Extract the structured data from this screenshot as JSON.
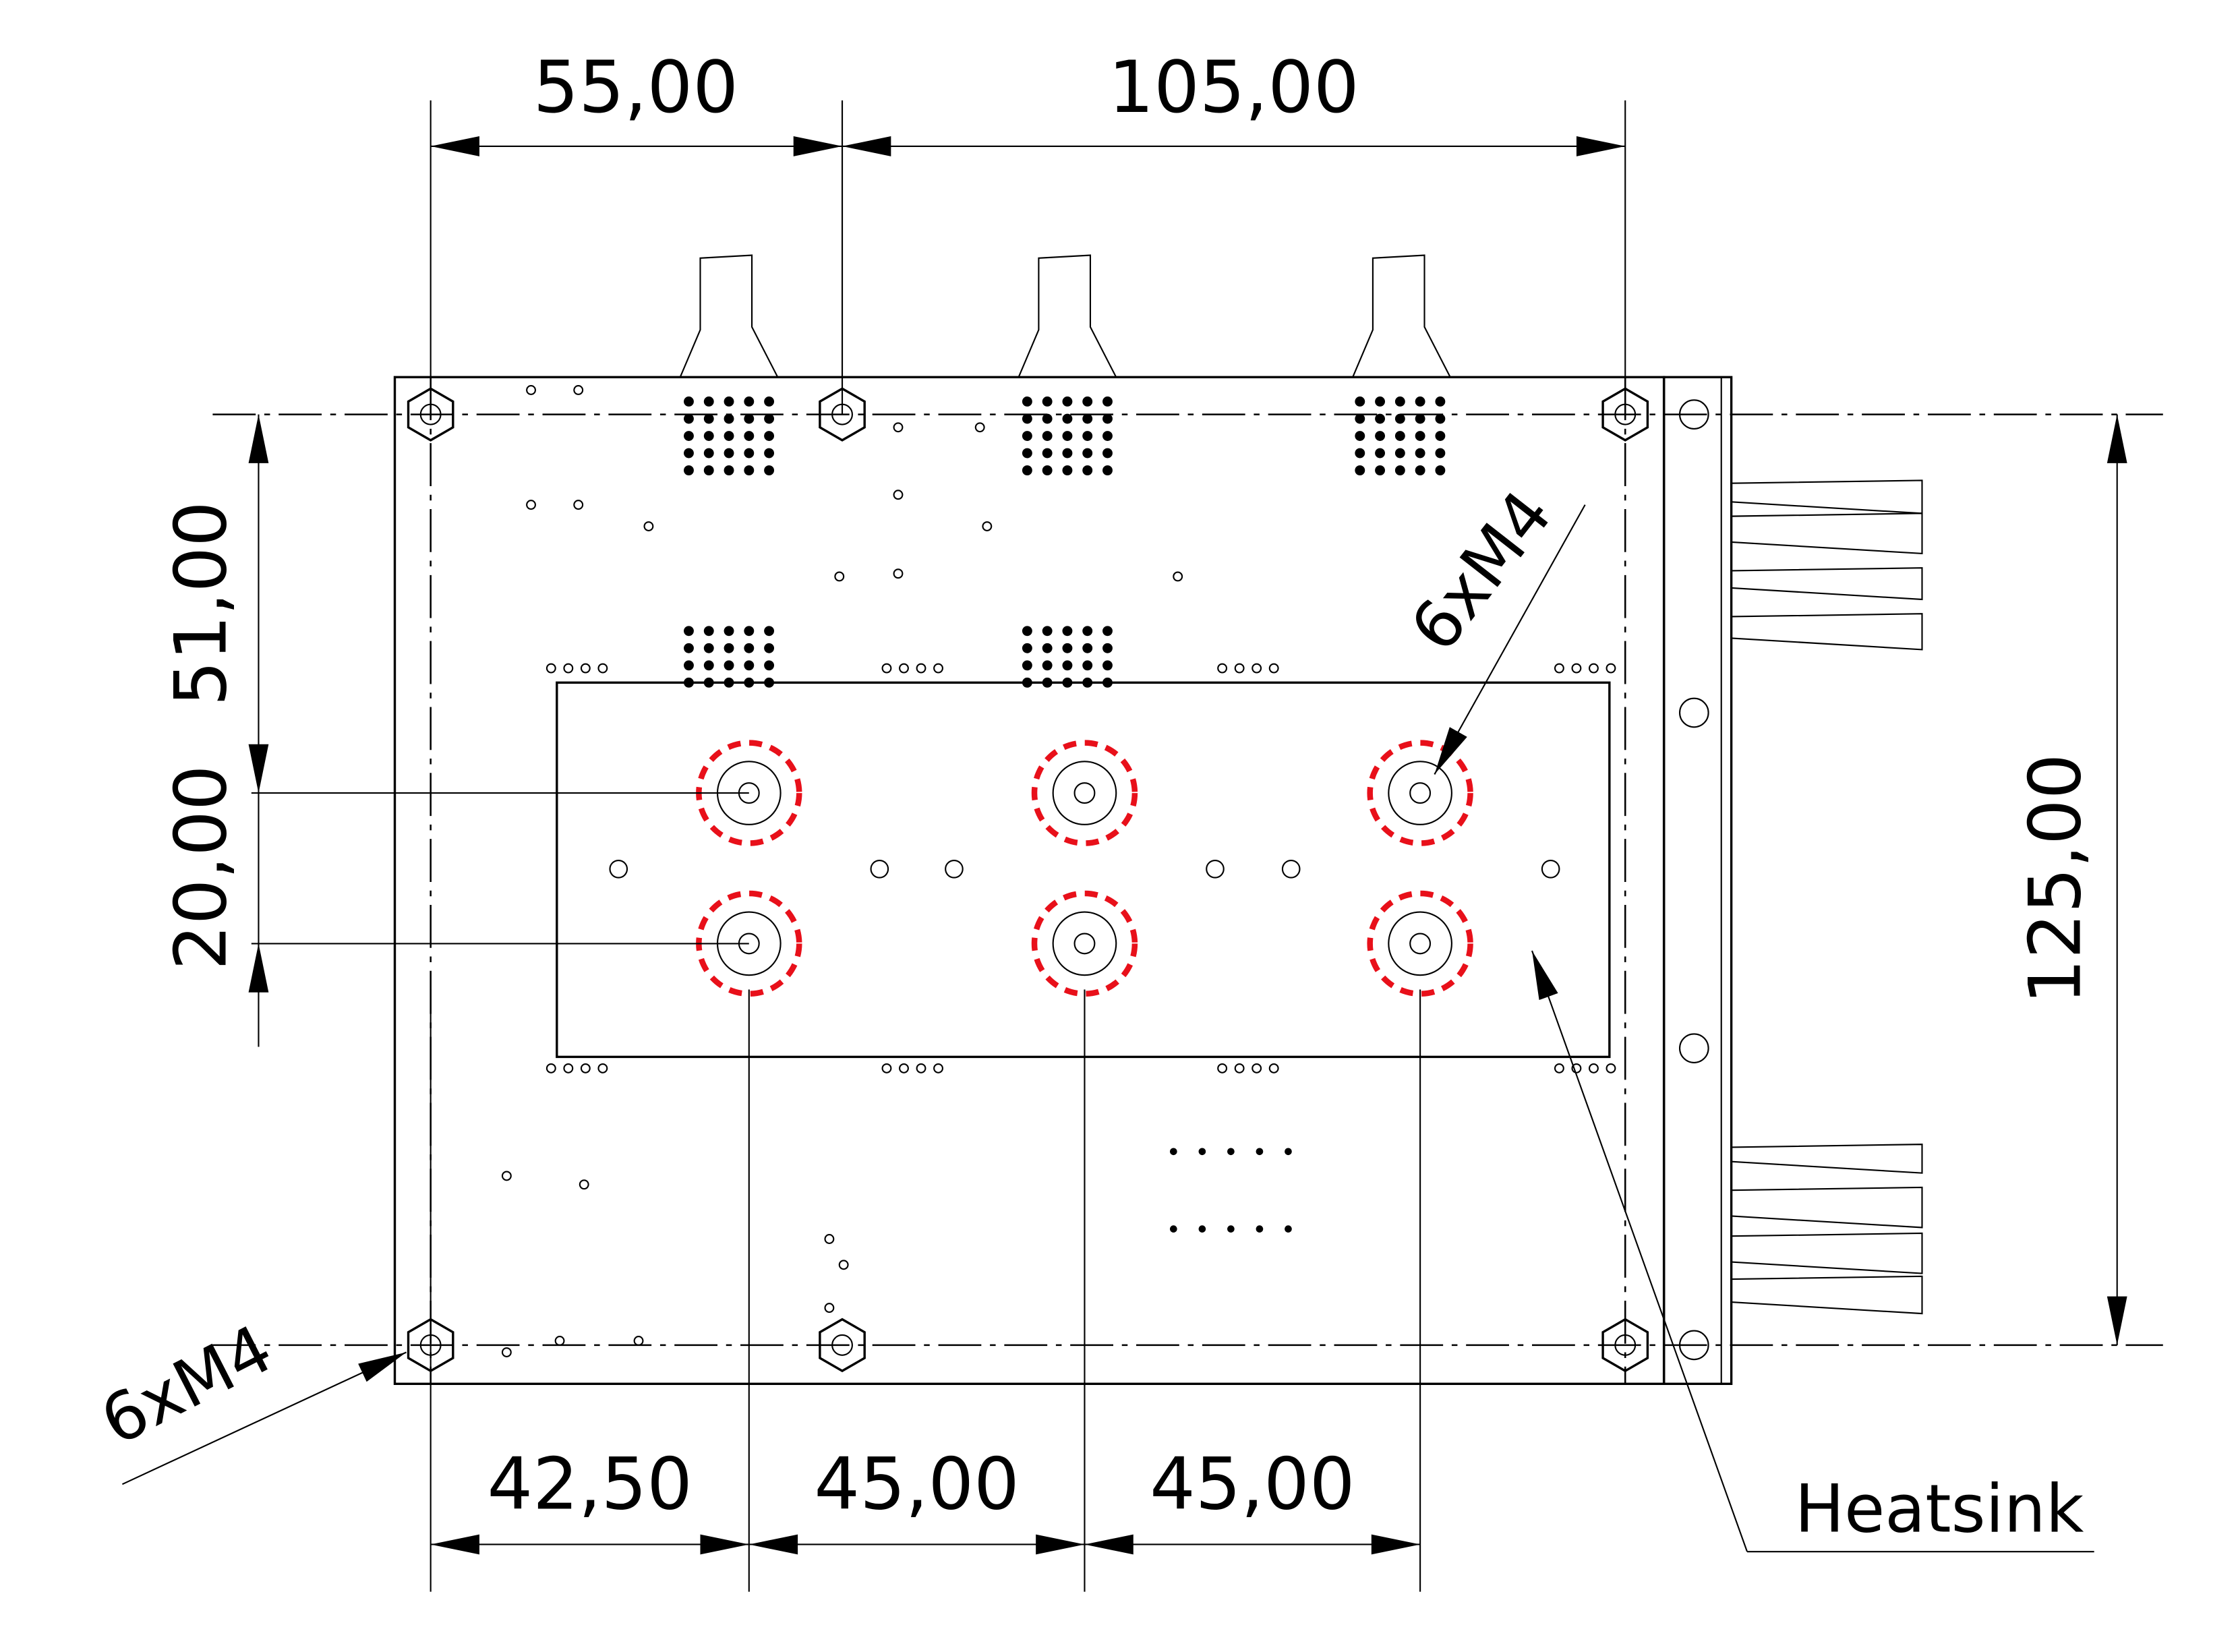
{
  "dimensions": {
    "top_left": "55,00",
    "top_right": "105,00",
    "left_upper": "51,00",
    "left_lower": "20,00",
    "right": "125,00",
    "bottom_1": "42,50",
    "bottom_2": "45,00",
    "bottom_3": "45,00"
  },
  "labels": {
    "mount_top": "6xM4",
    "mount_bottom": "6xM4",
    "heatsink": "Heatsink"
  },
  "colors": {
    "highlight": "#e8101a",
    "line": "#000000"
  }
}
